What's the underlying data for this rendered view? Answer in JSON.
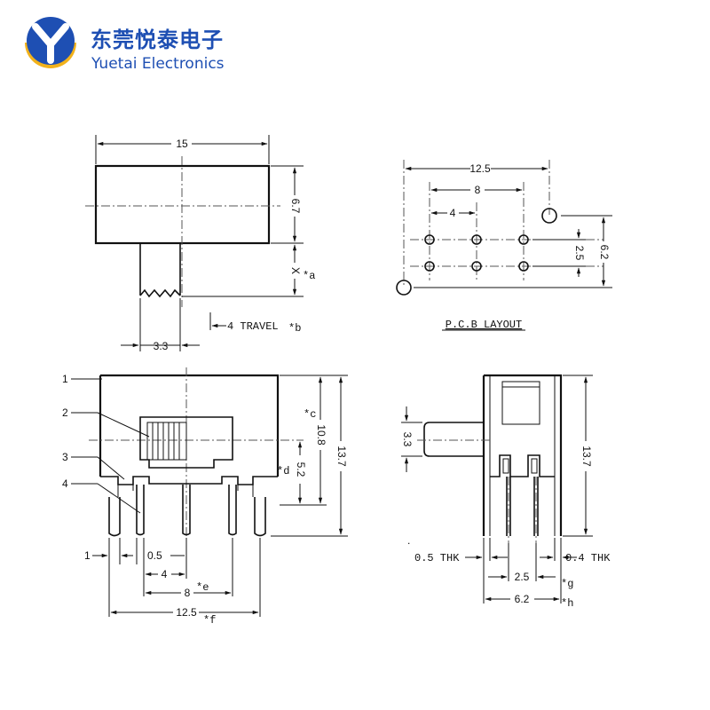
{
  "brand": {
    "name_cn": "东莞悦泰电子",
    "name_en": "Yuetai Electronics",
    "colors": {
      "logo_blue": "#1e4fb3",
      "logo_yellow": "#f2b21b",
      "text_blue": "#1e4fb3"
    }
  },
  "top_view": {
    "width": "15",
    "height": "6.7",
    "knob_ext": "X",
    "knob_ext_note": "*a",
    "knob_width": "3.3",
    "travel": "4  TRAVEL",
    "travel_note": "*b"
  },
  "pcb_layout": {
    "title": "P.C.B  LAYOUT",
    "overall": "12.5",
    "pitch_8": "8",
    "pitch_4": "4",
    "row_gap": "2.5",
    "mount_gap": "6.2"
  },
  "front_view": {
    "callouts": [
      "1",
      "2",
      "3",
      "4"
    ],
    "height_total": "13.7",
    "height_body": "10.8",
    "height_body_note": "*c",
    "height_pin": "5.2",
    "height_pin_note": "*d",
    "pin_w": "1",
    "pin_pitch_small": "0.5",
    "dim_4": "4",
    "dim_8": "8",
    "dim_8_note": "*e",
    "dim_12_5": "12.5",
    "dim_12_5_note": "*f"
  },
  "side_view": {
    "knob_h": "3.3",
    "height_total": "13.7",
    "thk_left": "0.5  THK",
    "thk_right": "0.4  THK",
    "dim_2_5": "2.5",
    "dim_2_5_note": "*g",
    "dim_6_2": "6.2",
    "dim_6_2_note": "*h"
  }
}
